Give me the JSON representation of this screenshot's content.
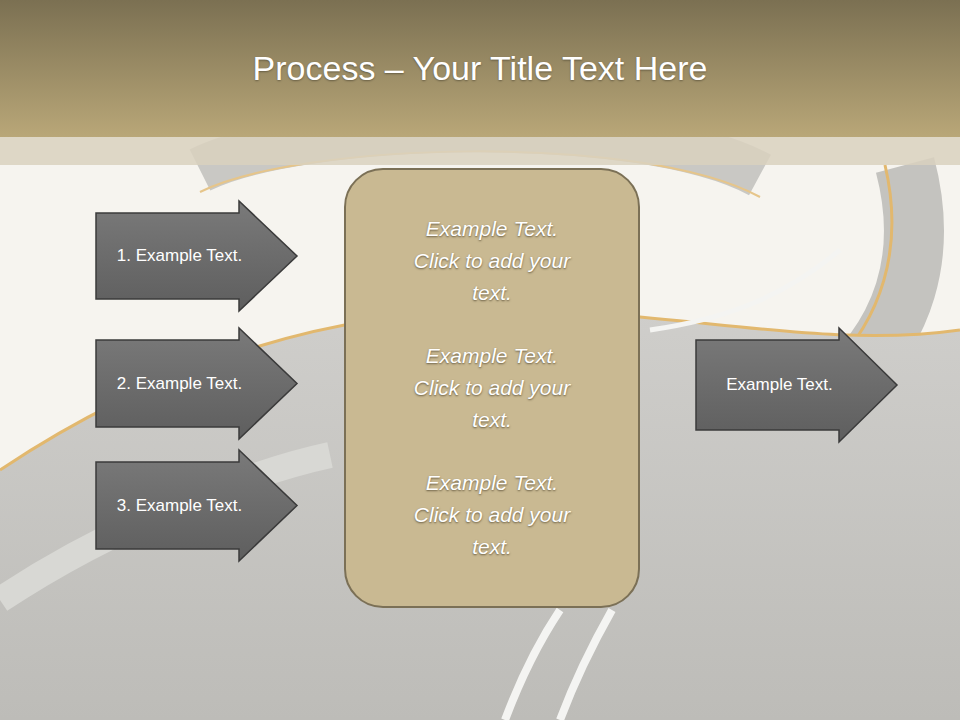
{
  "diagram": {
    "title": "Process – Your Title Text Here",
    "nodes": [
      {
        "text": [
          "1. Example Text."
        ]
      },
      {
        "text": [
          "2. Example Text."
        ]
      },
      {
        "text": [
          "3. Example Text."
        ]
      },
      {
        "text": [
          "Example Text. Click to add your text.",
          "Example Text. Click to add your text.",
          "Example Text. Click to add your text."
        ]
      },
      {
        "text": [
          "Example Text."
        ]
      }
    ]
  }
}
